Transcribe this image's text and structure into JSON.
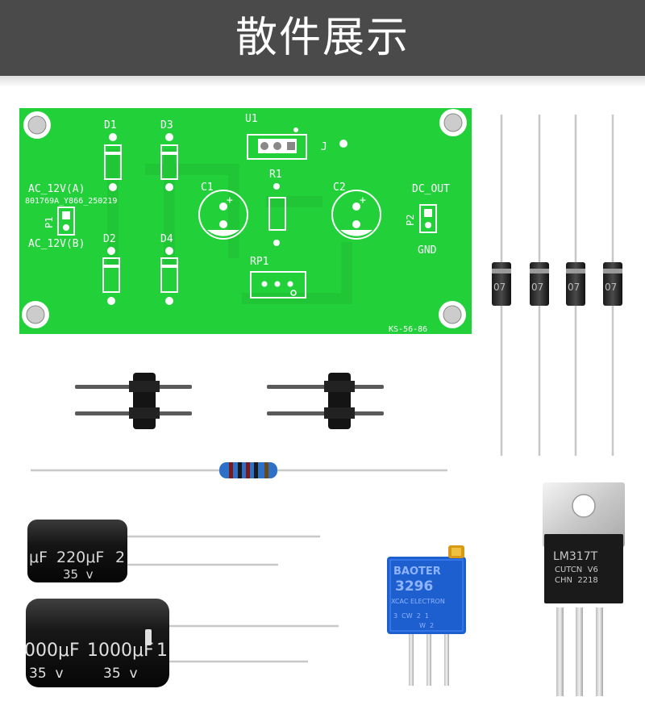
{
  "header": {
    "title": "散件展示"
  },
  "pcb": {
    "labels": {
      "d1": "D1",
      "d2": "D2",
      "d3": "D3",
      "d4": "D4",
      "u1": "U1",
      "j": "J",
      "r1": "R1",
      "c1": "C1",
      "c2": "C2",
      "rp1": "RP1",
      "dc_out": "DC_OUT",
      "gnd": "GND",
      "p1": "P1",
      "p2": "P2",
      "ac_a": "AC_12V(A)",
      "ac_b": "AC_12V(B)",
      "code": "801769A_Y866_250219",
      "board_id": "KS-56-86"
    }
  },
  "diodes": {
    "marking": "07"
  },
  "capacitors": {
    "small": {
      "value": "220μF",
      "value_left": "μF",
      "value_right": "2",
      "voltage": "35  v"
    },
    "large": {
      "value": "1000μF",
      "value_left": "000μF",
      "value_right": "1",
      "voltage_left": "35  v",
      "voltage_right": "35  v"
    }
  },
  "potentiometer": {
    "brand": "BAOTER",
    "model": "3296",
    "sub": "XCAC ELECTRON",
    "pin_marks": "3  CW  2  1",
    "pins_label": "W  2"
  },
  "regulator": {
    "line1": "LM317T",
    "line2": "CUTCN  V6",
    "line3": "CHN  2218"
  },
  "colors": {
    "header": "#4a4a4a",
    "pcb": "#22d13a",
    "pot_body": "#1e5fd0"
  }
}
